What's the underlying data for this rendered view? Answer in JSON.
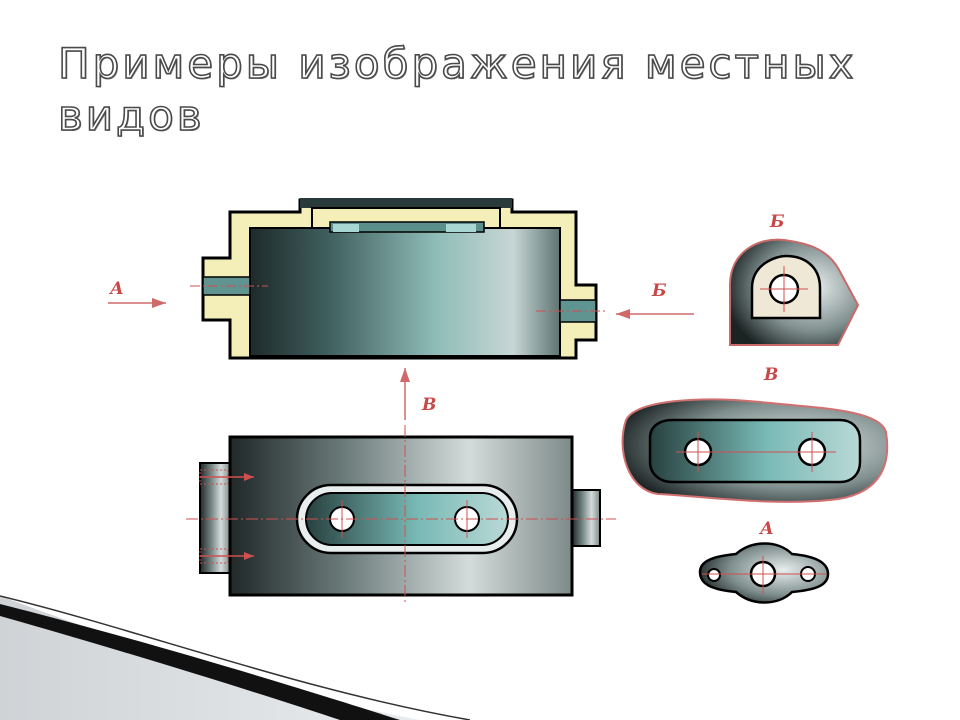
{
  "slide": {
    "title": "Примеры изображения местных видов"
  },
  "labels": {
    "view_a_arrow": "А",
    "view_b_arrow": "Б",
    "view_v_arrow": "В",
    "view_b_title": "Б",
    "view_v_title": "В",
    "view_a_title": "А"
  },
  "colors": {
    "title_outline": "#4a4a4a",
    "label_red": "#c84848",
    "section_hatch": "#f4efb8",
    "steel_light": "#b8c4c2",
    "steel_dark": "#1c2624",
    "teal": "#6fb7b3",
    "decor_dark": "#111111"
  }
}
